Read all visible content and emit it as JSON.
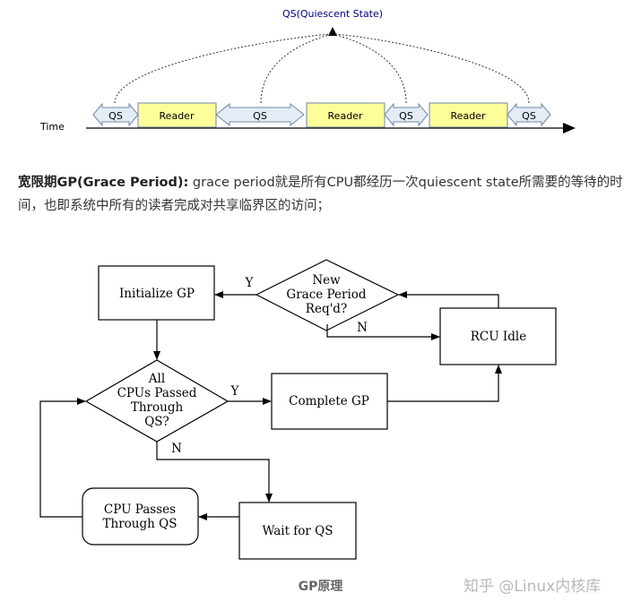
{
  "qs_diagram": {
    "qs_title": "QS(Quiescent State)",
    "time_label": "Time",
    "segments": [
      {
        "label": "QS"
      },
      {
        "label": "Reader"
      },
      {
        "label": "QS"
      },
      {
        "label": "Reader"
      },
      {
        "label": "QS"
      },
      {
        "label": "Reader"
      },
      {
        "label": "QS"
      }
    ]
  },
  "definition": {
    "term": "宽限期GP(Grace Period):",
    "text": " grace period就是所有CPU都经历一次quiescent state所需要的等待的时间，也即系统中所有的读者完成对共享临界区的访问；"
  },
  "flowchart": {
    "initialize_gp": "Initialize GP",
    "new_gp_q": [
      "New",
      "Grace Period",
      "Req'd?"
    ],
    "rcu_idle": "RCU Idle",
    "all_cpus_q": [
      "All",
      "CPUs Passed",
      "Through",
      "QS?"
    ],
    "complete_gp": "Complete GP",
    "cpu_passes": [
      "CPU Passes",
      "Through QS"
    ],
    "wait_for_qs": "Wait for QS",
    "y_label_top": "Y",
    "n_label_top": "N",
    "y_label_mid": "Y",
    "n_label_mid": "N"
  },
  "caption": "GP原理",
  "watermark": "知乎 @Linux内核库"
}
